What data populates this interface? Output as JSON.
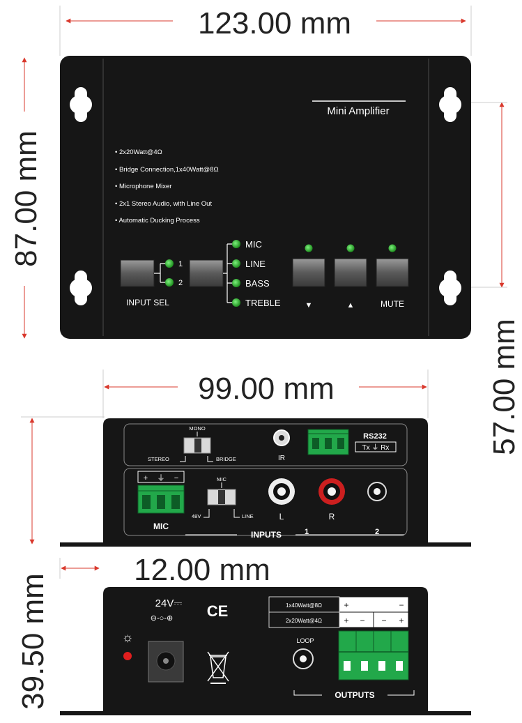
{
  "dimensions": {
    "top_width": "123.00 mm",
    "top_height": "87.00 mm",
    "hole_spacing": "57.00 mm",
    "rear_width": "99.00 mm",
    "flange": "12.00 mm",
    "depth": "39.50 mm"
  },
  "top_panel": {
    "title": "Mini Amplifier",
    "features": [
      "2x20Watt@4Ω",
      "Bridge Connection,1x40Watt@8Ω",
      "Microphone Mixer",
      "2x1 Stereo Audio, with Line Out",
      "Automatic Ducking Process"
    ],
    "input_sel_label": "INPUT SEL",
    "input_leds": [
      "1",
      "2"
    ],
    "mode_leds": [
      "MIC",
      "LINE",
      "BASS",
      "TREBLE"
    ],
    "down_label": "▼",
    "up_label": "▲",
    "mute_label": "MUTE"
  },
  "rear_panel": {
    "switch1_top": "MONO",
    "switch1_left": "STEREO",
    "switch1_right": "BRIDGE",
    "ir_label": "IR",
    "rs232_label": "RS232",
    "rs232_pins": "Tx ⏚ Rx",
    "mic_terminal_marks": [
      "+",
      "⏚",
      "−"
    ],
    "mic_label": "MIC",
    "switch2_top": "MIC",
    "switch2_left": "48V",
    "switch2_right": "LINE",
    "rca_left": "L",
    "rca_right": "R",
    "input1_label": "1",
    "input2_label": "2",
    "inputs_label": "INPUTS"
  },
  "side_panel": {
    "voltage": "24V⎓",
    "polarity": "⊖-○-⊕",
    "ce_mark": "CE",
    "sun_symbol": "☼",
    "loop_label": "LOOP",
    "table_row1": "1x40Watt@8Ω",
    "table_row2": "2x20Watt@4Ω",
    "row1_marks": [
      "+",
      "−"
    ],
    "row2_marks": [
      "+",
      "−",
      "−",
      "+"
    ],
    "outputs_label": "OUTPUTS"
  },
  "colors": {
    "panel": "#161616",
    "led_green": "#2eb82e",
    "terminal_green": "#22a84a",
    "arrow_red": "#d9382c",
    "rca_red": "#cc1f1f"
  }
}
